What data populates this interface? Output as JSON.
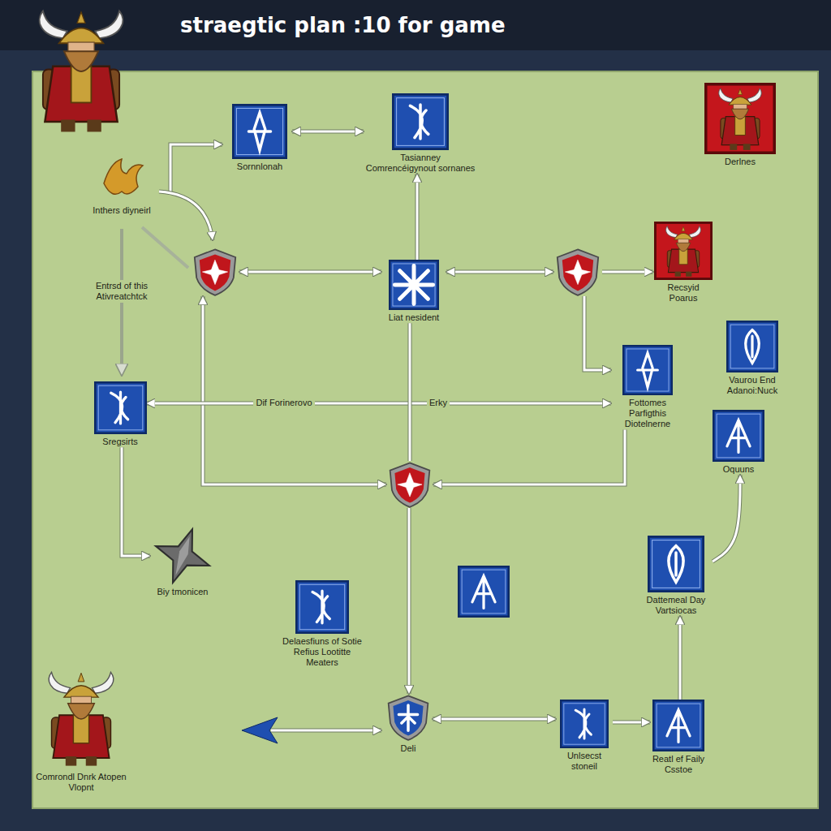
{
  "diagram": {
    "title": "straegtic plan :10 for game",
    "nodes": [
      {
        "text": [
          "Sornnlonah"
        ]
      },
      {
        "text": [
          "Tasianney Comrencéigynout sornanes"
        ]
      },
      {
        "text": [
          "Derlnes"
        ]
      },
      {
        "text": []
      },
      {
        "text": [
          "Liat nesident"
        ]
      },
      {
        "text": []
      },
      {
        "text": [
          "Recsyid Poarus"
        ]
      },
      {
        "text": [
          "Vaurou End Adanoi:Nuck"
        ]
      },
      {
        "text": [
          "Fottomes Parfigthis Diotelnerne"
        ]
      },
      {
        "text": [
          "Sregsirts"
        ]
      },
      {
        "text": [
          "Oquuns"
        ]
      },
      {
        "text": []
      },
      {
        "text": [
          "Biy tmonicen"
        ]
      },
      {
        "text": [
          "Delaesfiuns of Sotie Refius Lootitte Meaters"
        ]
      },
      {
        "text": []
      },
      {
        "text": [
          "Dattemeal Day Vartsiocas"
        ]
      },
      {
        "text": [
          "Deli"
        ]
      },
      {
        "text": [
          "Unlsecst stoneil"
        ]
      },
      {
        "text": [
          "Reatl ef Faily Csstoe"
        ]
      }
    ],
    "edges": [
      {
        "from": 0,
        "to": 1,
        "arrow": "both"
      },
      {
        "from": 4,
        "to": 1,
        "arrow": "to"
      },
      {
        "from": 3,
        "to": 4,
        "arrow": "both"
      },
      {
        "from": 4,
        "to": 5,
        "arrow": "both"
      },
      {
        "from": 5,
        "to": 6,
        "arrow": "to"
      },
      {
        "from": 3,
        "to": 11,
        "arrow": "both"
      },
      {
        "from": 9,
        "to": 8,
        "arrow": "both"
      },
      {
        "from": 4,
        "to": 11,
        "arrow": "none"
      },
      {
        "from": 8,
        "to": 11,
        "arrow": "to"
      },
      {
        "from": 5,
        "to": 8,
        "arrow": "to"
      },
      {
        "from": 11,
        "to": 16,
        "arrow": "to"
      },
      {
        "from": 16,
        "to": 17,
        "arrow": "both"
      },
      {
        "from": 17,
        "to": 18,
        "arrow": "to"
      },
      {
        "from": 18,
        "to": 15,
        "arrow": "to"
      },
      {
        "from": 15,
        "to": 10,
        "arrow": "to"
      },
      {
        "from": 9,
        "to": 12,
        "arrow": "to"
      }
    ],
    "labels": [
      "Inthers diyneirl",
      "Entrsd of this Ativreatchtck",
      "Dif Forinerovo",
      "Erky",
      "Comrondl Dnrk Atopen Vlopnt"
    ]
  }
}
